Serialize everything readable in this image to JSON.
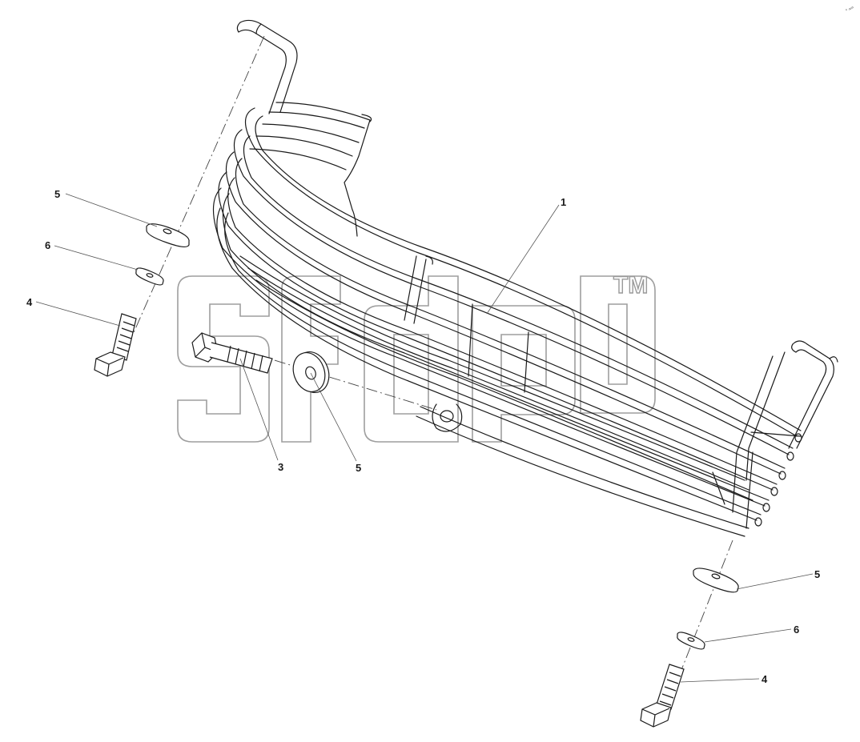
{
  "diagram": {
    "callouts": [
      {
        "id": "part-1",
        "label": "1"
      },
      {
        "id": "part-3",
        "label": "3"
      },
      {
        "id": "part-4-left",
        "label": "4"
      },
      {
        "id": "part-4-right",
        "label": "4"
      },
      {
        "id": "part-5-left",
        "label": "5"
      },
      {
        "id": "part-5-center",
        "label": "5"
      },
      {
        "id": "part-5-right",
        "label": "5"
      },
      {
        "id": "part-6-left",
        "label": "6"
      },
      {
        "id": "part-6-right",
        "label": "6"
      }
    ],
    "watermark": {
      "text": "sfdp",
      "trademark": "TM"
    },
    "corner_mark": "° ≈≈",
    "colors": {
      "line": "#1a1a1a",
      "watermark_outline": "#9a9a9a",
      "background": "#ffffff"
    }
  }
}
